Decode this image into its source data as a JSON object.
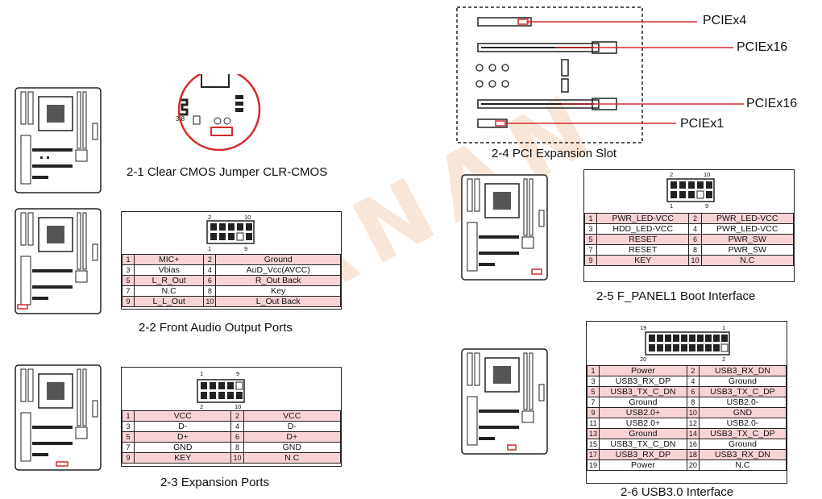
{
  "captions": {
    "clr_cmos": "2-1 Clear CMOS Jumper CLR-CMOS",
    "audio": "2-2    Front Audio Output Ports",
    "expansion": "2-3  Expansion Ports",
    "pci": "2-4  PCI Expansion Slot",
    "fpanel": "2-5   F_PANEL1 Boot Interface",
    "usb3": "2-6   USB3.0 Interface"
  },
  "pci_slots": [
    "PCIEx4",
    "PCIEx16",
    "PCIEx16",
    "PCIEx1"
  ],
  "zoom_label": "3.8",
  "headers": {
    "audio": {
      "top": [
        "2",
        "10"
      ],
      "bottom": [
        "1",
        "9"
      ]
    },
    "expansion": {
      "top": [
        "1",
        "9"
      ],
      "bottom": [
        "2",
        "10"
      ]
    },
    "fpanel": {
      "top": [
        "2",
        "10"
      ],
      "bottom": [
        "1",
        "9"
      ]
    },
    "usb3": {
      "top": [
        "19",
        "1"
      ],
      "bottom": [
        "20",
        "2"
      ]
    }
  },
  "audio_rows": [
    {
      "n1": "1",
      "l": "MIC+",
      "n2": "2",
      "r": "Ground",
      "pink": true
    },
    {
      "n1": "3",
      "l": "Vbias",
      "n2": "4",
      "r": "AuD_Vcc(AVCC)",
      "pink": false
    },
    {
      "n1": "5",
      "l": "L_R_Out",
      "n2": "6",
      "r": "R_Out Back",
      "pink": true
    },
    {
      "n1": "7",
      "l": "N.C",
      "n2": "8",
      "r": "Key",
      "pink": false
    },
    {
      "n1": "9",
      "l": "L_L_Out",
      "n2": "10",
      "r": "L_Out Back",
      "pink": true
    }
  ],
  "expansion_rows": [
    {
      "n1": "1",
      "l": "VCC",
      "n2": "2",
      "r": "VCC",
      "pink": true
    },
    {
      "n1": "3",
      "l": "D-",
      "n2": "4",
      "r": "D-",
      "pink": false
    },
    {
      "n1": "5",
      "l": "D+",
      "n2": "6",
      "r": "D+",
      "pink": true
    },
    {
      "n1": "7",
      "l": "GND",
      "n2": "8",
      "r": "GND",
      "pink": false
    },
    {
      "n1": "9",
      "l": "KEY",
      "n2": "10",
      "r": "N.C",
      "pink": true
    }
  ],
  "fpanel_rows": [
    {
      "n1": "1",
      "l": "PWR_LED-VCC",
      "n2": "2",
      "r": "PWR_LED-VCC",
      "pink": true
    },
    {
      "n1": "3",
      "l": "HDD_LED-VCC",
      "n2": "4",
      "r": "PWR_LED-VCC",
      "pink": false
    },
    {
      "n1": "5",
      "l": "RESET",
      "n2": "6",
      "r": "PWR_SW",
      "pink": true
    },
    {
      "n1": "7",
      "l": "RESET",
      "n2": "8",
      "r": "PWR_SW",
      "pink": false
    },
    {
      "n1": "9",
      "l": "KEY",
      "n2": "10",
      "r": "N.C",
      "pink": true
    }
  ],
  "usb3_rows": [
    {
      "n1": "1",
      "l": "Power",
      "n2": "2",
      "r": "USB3_RX_DN",
      "pink": true
    },
    {
      "n1": "3",
      "l": "USB3_RX_DP",
      "n2": "4",
      "r": "Ground",
      "pink": false
    },
    {
      "n1": "5",
      "l": "USB3_TX_C_DN",
      "n2": "6",
      "r": "USB3_TX_C_DP",
      "pink": true
    },
    {
      "n1": "7",
      "l": "Ground",
      "n2": "8",
      "r": "USB2.0-",
      "pink": false
    },
    {
      "n1": "9",
      "l": "USB2.0+",
      "n2": "10",
      "r": "GND",
      "pink": true
    },
    {
      "n1": "11",
      "l": "USB2.0+",
      "n2": "12",
      "r": "USB2.0-",
      "pink": false
    },
    {
      "n1": "13",
      "l": "Ground",
      "n2": "14",
      "r": "USB3_TX_C_DP",
      "pink": true
    },
    {
      "n1": "15",
      "l": "USB3_TX_C_DN",
      "n2": "16",
      "r": "Ground",
      "pink": false
    },
    {
      "n1": "17",
      "l": "USB3_RX_DP",
      "n2": "18",
      "r": "USB3_RX_DN",
      "pink": true
    },
    {
      "n1": "19",
      "l": "Power",
      "n2": "20",
      "r": "N.C",
      "pink": false
    }
  ],
  "colors": {
    "pink": "#f7d3d6",
    "red": "#d42b2b"
  }
}
